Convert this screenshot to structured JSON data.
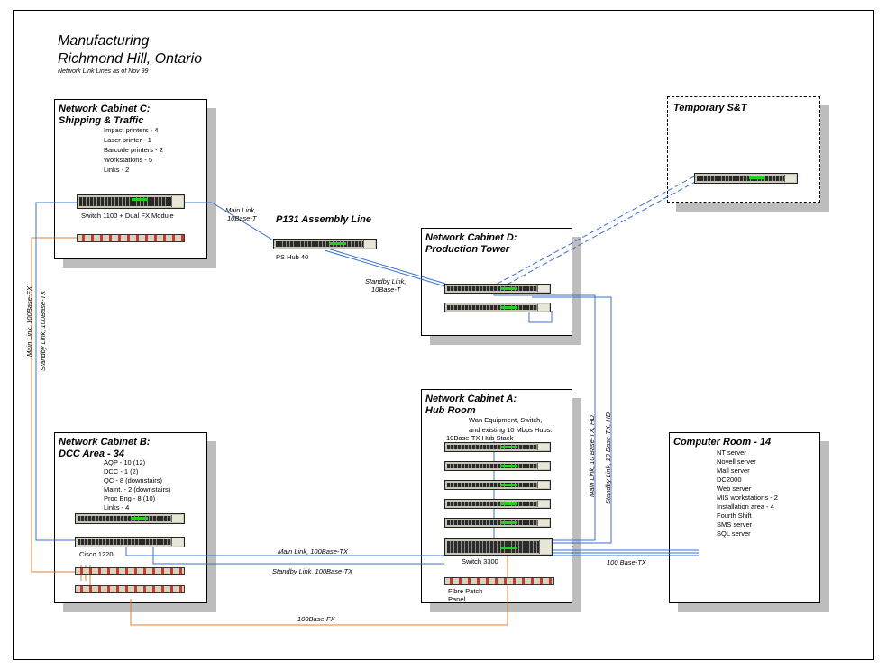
{
  "header": {
    "title_line1": "Manufacturing",
    "title_line2": "Richmond Hill, Ontario",
    "subtitle": "Network Link Lines as of Nov 99"
  },
  "cabinet_c": {
    "title_line1": "Network Cabinet C:",
    "title_line2": "Shipping & Traffic",
    "lines": [
      "Impact printers - 4",
      "Laser printer - 1",
      "Barcode printers - 2",
      "Workstations - 5",
      "Links - 2"
    ],
    "switch_label": "Switch 1100 + Dual FX Module"
  },
  "temporary": {
    "title": "Temporary  S&T"
  },
  "assembly": {
    "title": "P131 Assembly Line",
    "hub_label": "PS Hub 40"
  },
  "cabinet_d": {
    "title_line1": "Network Cabinet D:",
    "title_line2": "Production Tower"
  },
  "cabinet_a": {
    "title_line1": "Network Cabinet A:",
    "title_line2": "Hub Room",
    "lines": [
      "Wan Equipment, Switch,",
      "and existing 10 Mbps Hubs."
    ],
    "stack_label": "10Base-TX Hub Stack",
    "switch_label": "Switch 3300",
    "panel_label_1": "Fibre Patch",
    "panel_label_2": "Panel"
  },
  "cabinet_b": {
    "title_line1": "Network Cabinet B:",
    "title_line2": "DCC Area - 34",
    "lines": [
      "AQP - 10 (12)",
      "DCC - 1 (2)",
      "QC - 8 (downstairs)",
      "Maint. - 2 (downstairs)",
      "Proc Eng - 8 (10)",
      "Links - 4"
    ],
    "router_label": "Cisco 1220"
  },
  "computer_room": {
    "title": "Computer Room - 14",
    "lines": [
      "NT server",
      "Novell server",
      "Mail server",
      "DC2000",
      "Web server",
      "MIS workstations - 2",
      "Installation area - 4",
      "Fourth Shift",
      "SMS server",
      "SQL server"
    ]
  },
  "links": {
    "main_c_1": "Main Link,",
    "main_c_2": "10Base-T",
    "standby_d_1": "Standby Link,",
    "standby_d_2": "10Base-T",
    "left_main": "Main Link, 100Base-FX",
    "left_standby": "Standby Link, 100Base-TX",
    "main_b_a": "Main Link,  100Base-TX",
    "standby_b_a": "Standby Link,  100Base-TX",
    "fx_bottom": "100Base-FX",
    "tx_cr": "100 Base-TX",
    "main_a_d": "Main Link, 10 Base-TX, HD",
    "standby_a_d": "Standby Link, 10 Base-TX, HD"
  },
  "colors": {
    "blue_link": "#3a6fd0",
    "orange_link": "#d9803a",
    "shadow": "#bdbdbd"
  }
}
